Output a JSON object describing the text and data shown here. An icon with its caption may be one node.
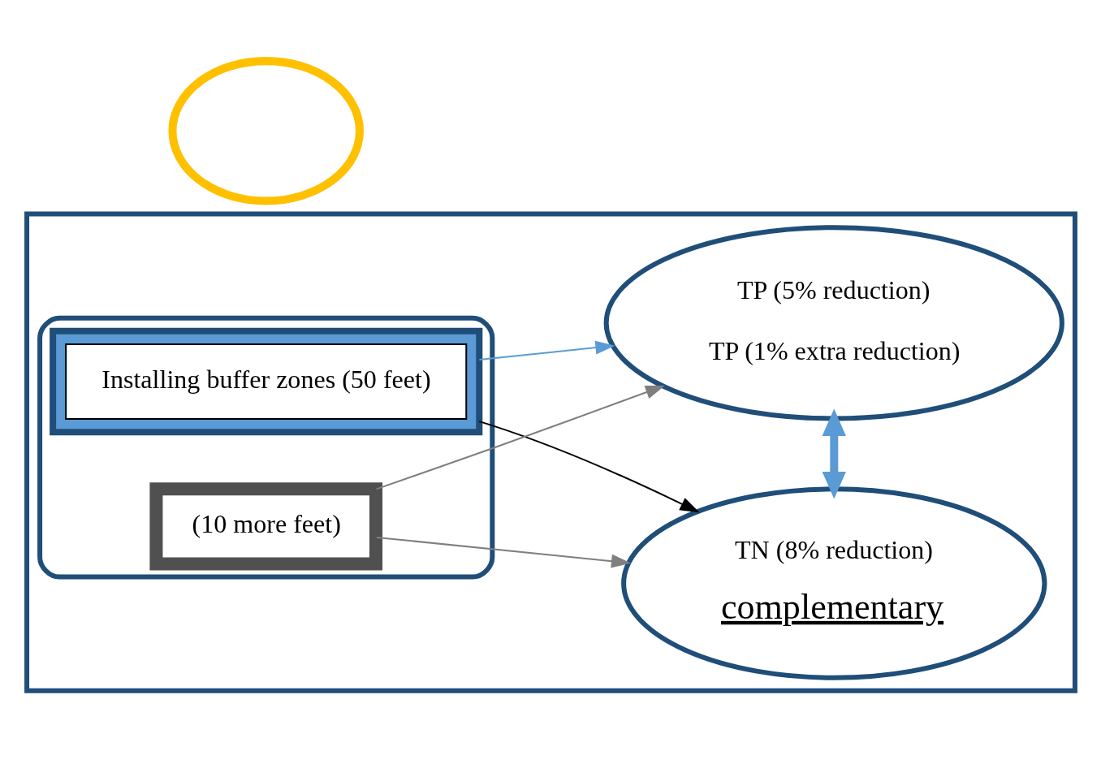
{
  "diagram": {
    "nodes": [
      {
        "text": [],
        "shape": "box"
      },
      {
        "text": [],
        "shape": "ellipse"
      },
      {
        "text": [],
        "shape": "ellipse",
        "in": 0
      },
      {
        "text": [],
        "shape": "box",
        "in": 2
      },
      {
        "text": [
          "Installing buffer zones (50 feet)"
        ],
        "in": 3
      },
      {
        "text": [
          "(10 more feet)"
        ],
        "in": 2
      },
      {
        "text": [
          "TN (8% reduction)",
          "complementary"
        ],
        "in": 0
      },
      {
        "text": [
          "TP (5% reduction)",
          "TP (1% extra reduction)"
        ],
        "in": 0
      }
    ],
    "edges": [
      {
        "from": 3,
        "to": 6,
        "arrow": "to",
        "color": "#000000"
      },
      {
        "from": 3,
        "to": 7,
        "arrow": "to",
        "color": "#5b9bd5"
      },
      {
        "from": 5,
        "to": 6,
        "arrow": "to"
      },
      {
        "from": 5,
        "to": 7,
        "arrow": "to"
      },
      {
        "from": 6,
        "to": 7,
        "arrow": "both",
        "style": "thick",
        "color": "#5b9bd5"
      }
    ]
  }
}
